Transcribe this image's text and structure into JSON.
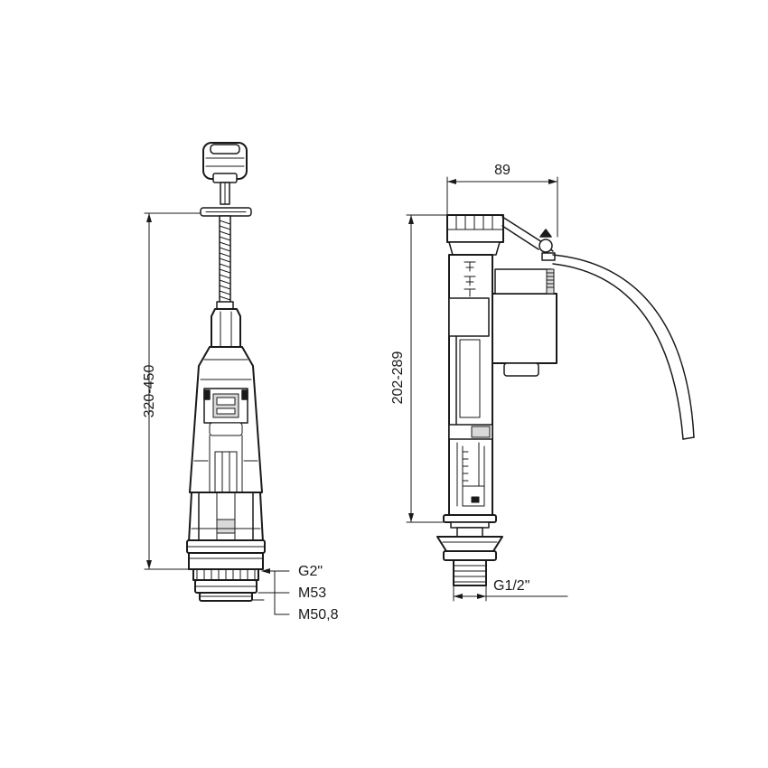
{
  "flush_valve": {
    "height_dim": "320-450",
    "thread_labels": [
      "G2\"",
      "M53",
      "M50,8"
    ]
  },
  "fill_valve": {
    "width_dim": "89",
    "height_dim": "202-289",
    "thread_label": "G1/2\""
  }
}
